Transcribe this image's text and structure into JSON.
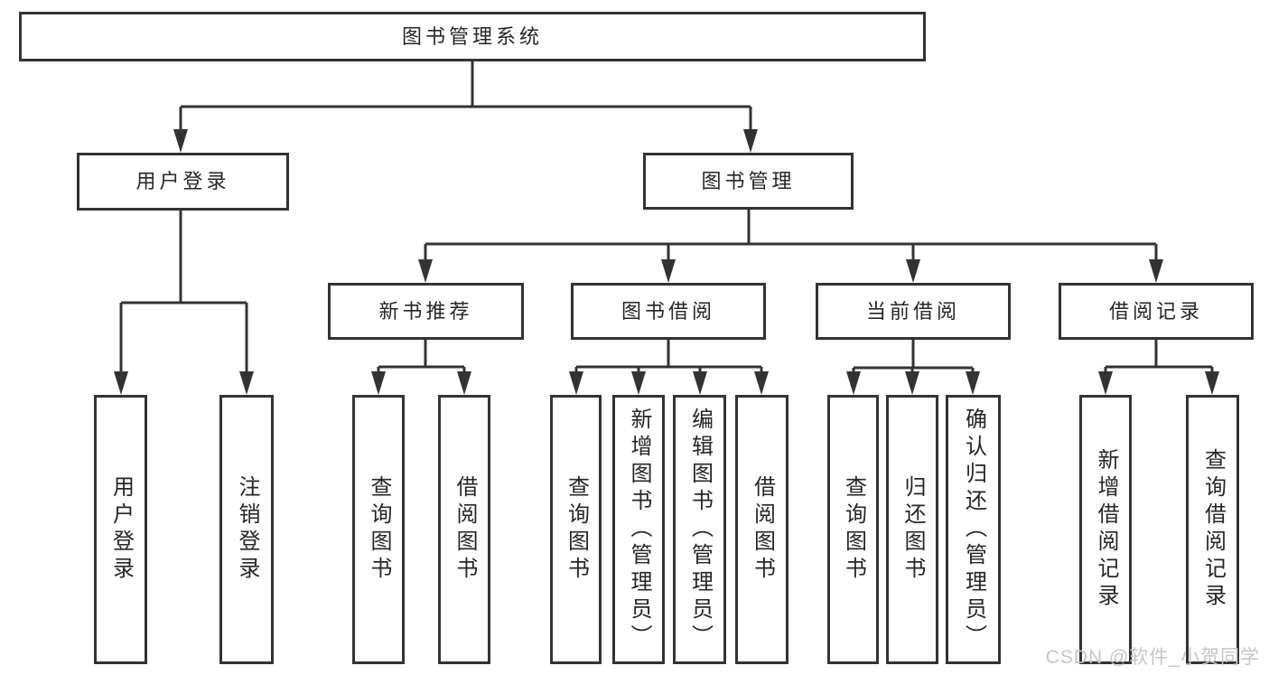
{
  "diagram": {
    "root": "图书管理系统",
    "level2": [
      "用户登录",
      "图书管理"
    ],
    "level3": [
      "新书推荐",
      "图书借阅",
      "当前借阅",
      "借阅记录"
    ],
    "leaves": {
      "login": [
        "用户登录",
        "注销登录"
      ],
      "recommend": [
        "查询图书",
        "借阅图书"
      ],
      "borrow": [
        "查询图书",
        "新增图书（管理员）",
        "编辑图书（管理员）",
        "借阅图书"
      ],
      "current": [
        "查询图书",
        "归还图书",
        "确认归还（管理员）"
      ],
      "records": [
        "新增借阅记录",
        "查询借阅记录"
      ]
    }
  },
  "watermark": {
    "text": "CSDN @软件_小贺同学"
  },
  "colors": {
    "line": "#333333",
    "box_border": "#333333",
    "box_fill": "#ffffff",
    "text": "#262626",
    "watermark": "#c5c5c5",
    "background": "#ffffff"
  }
}
